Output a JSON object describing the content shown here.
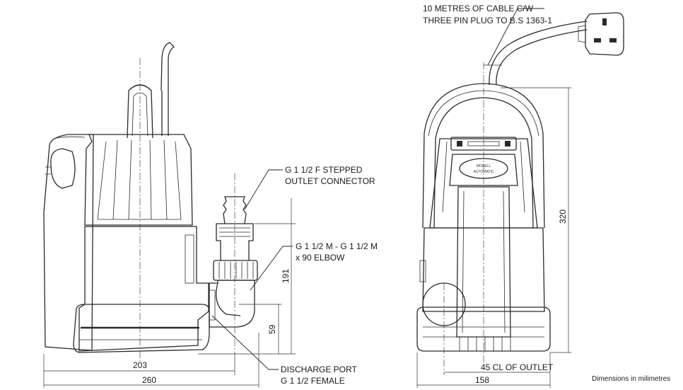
{
  "annotations": {
    "cable_line1": "10 METRES OF CABLE C/W",
    "cable_line2": "THREE PIN PLUG TO B.S 1363-1",
    "outlet_connector_line1": "G 1 1/2 F STEPPED",
    "outlet_connector_line2": "OUTLET CONNECTOR",
    "elbow_line1": "G 1 1/2 M - G 1 1/2 M",
    "elbow_line2": "x 90 ELBOW",
    "discharge_line1": "DISCHARGE PORT",
    "discharge_line2": "G 1 1/2  FEMALE",
    "cl_outlet": "45 CL OF OUTLET",
    "units_note": "Dimensions in milimetres"
  },
  "dimensions": {
    "width_203": "203",
    "width_260": "260",
    "height_191": "191",
    "height_59": "59",
    "height_320": "320",
    "width_158": "158"
  },
  "nameplate": {
    "line1": "MODELL",
    "line2": "AUTOMATIC"
  }
}
